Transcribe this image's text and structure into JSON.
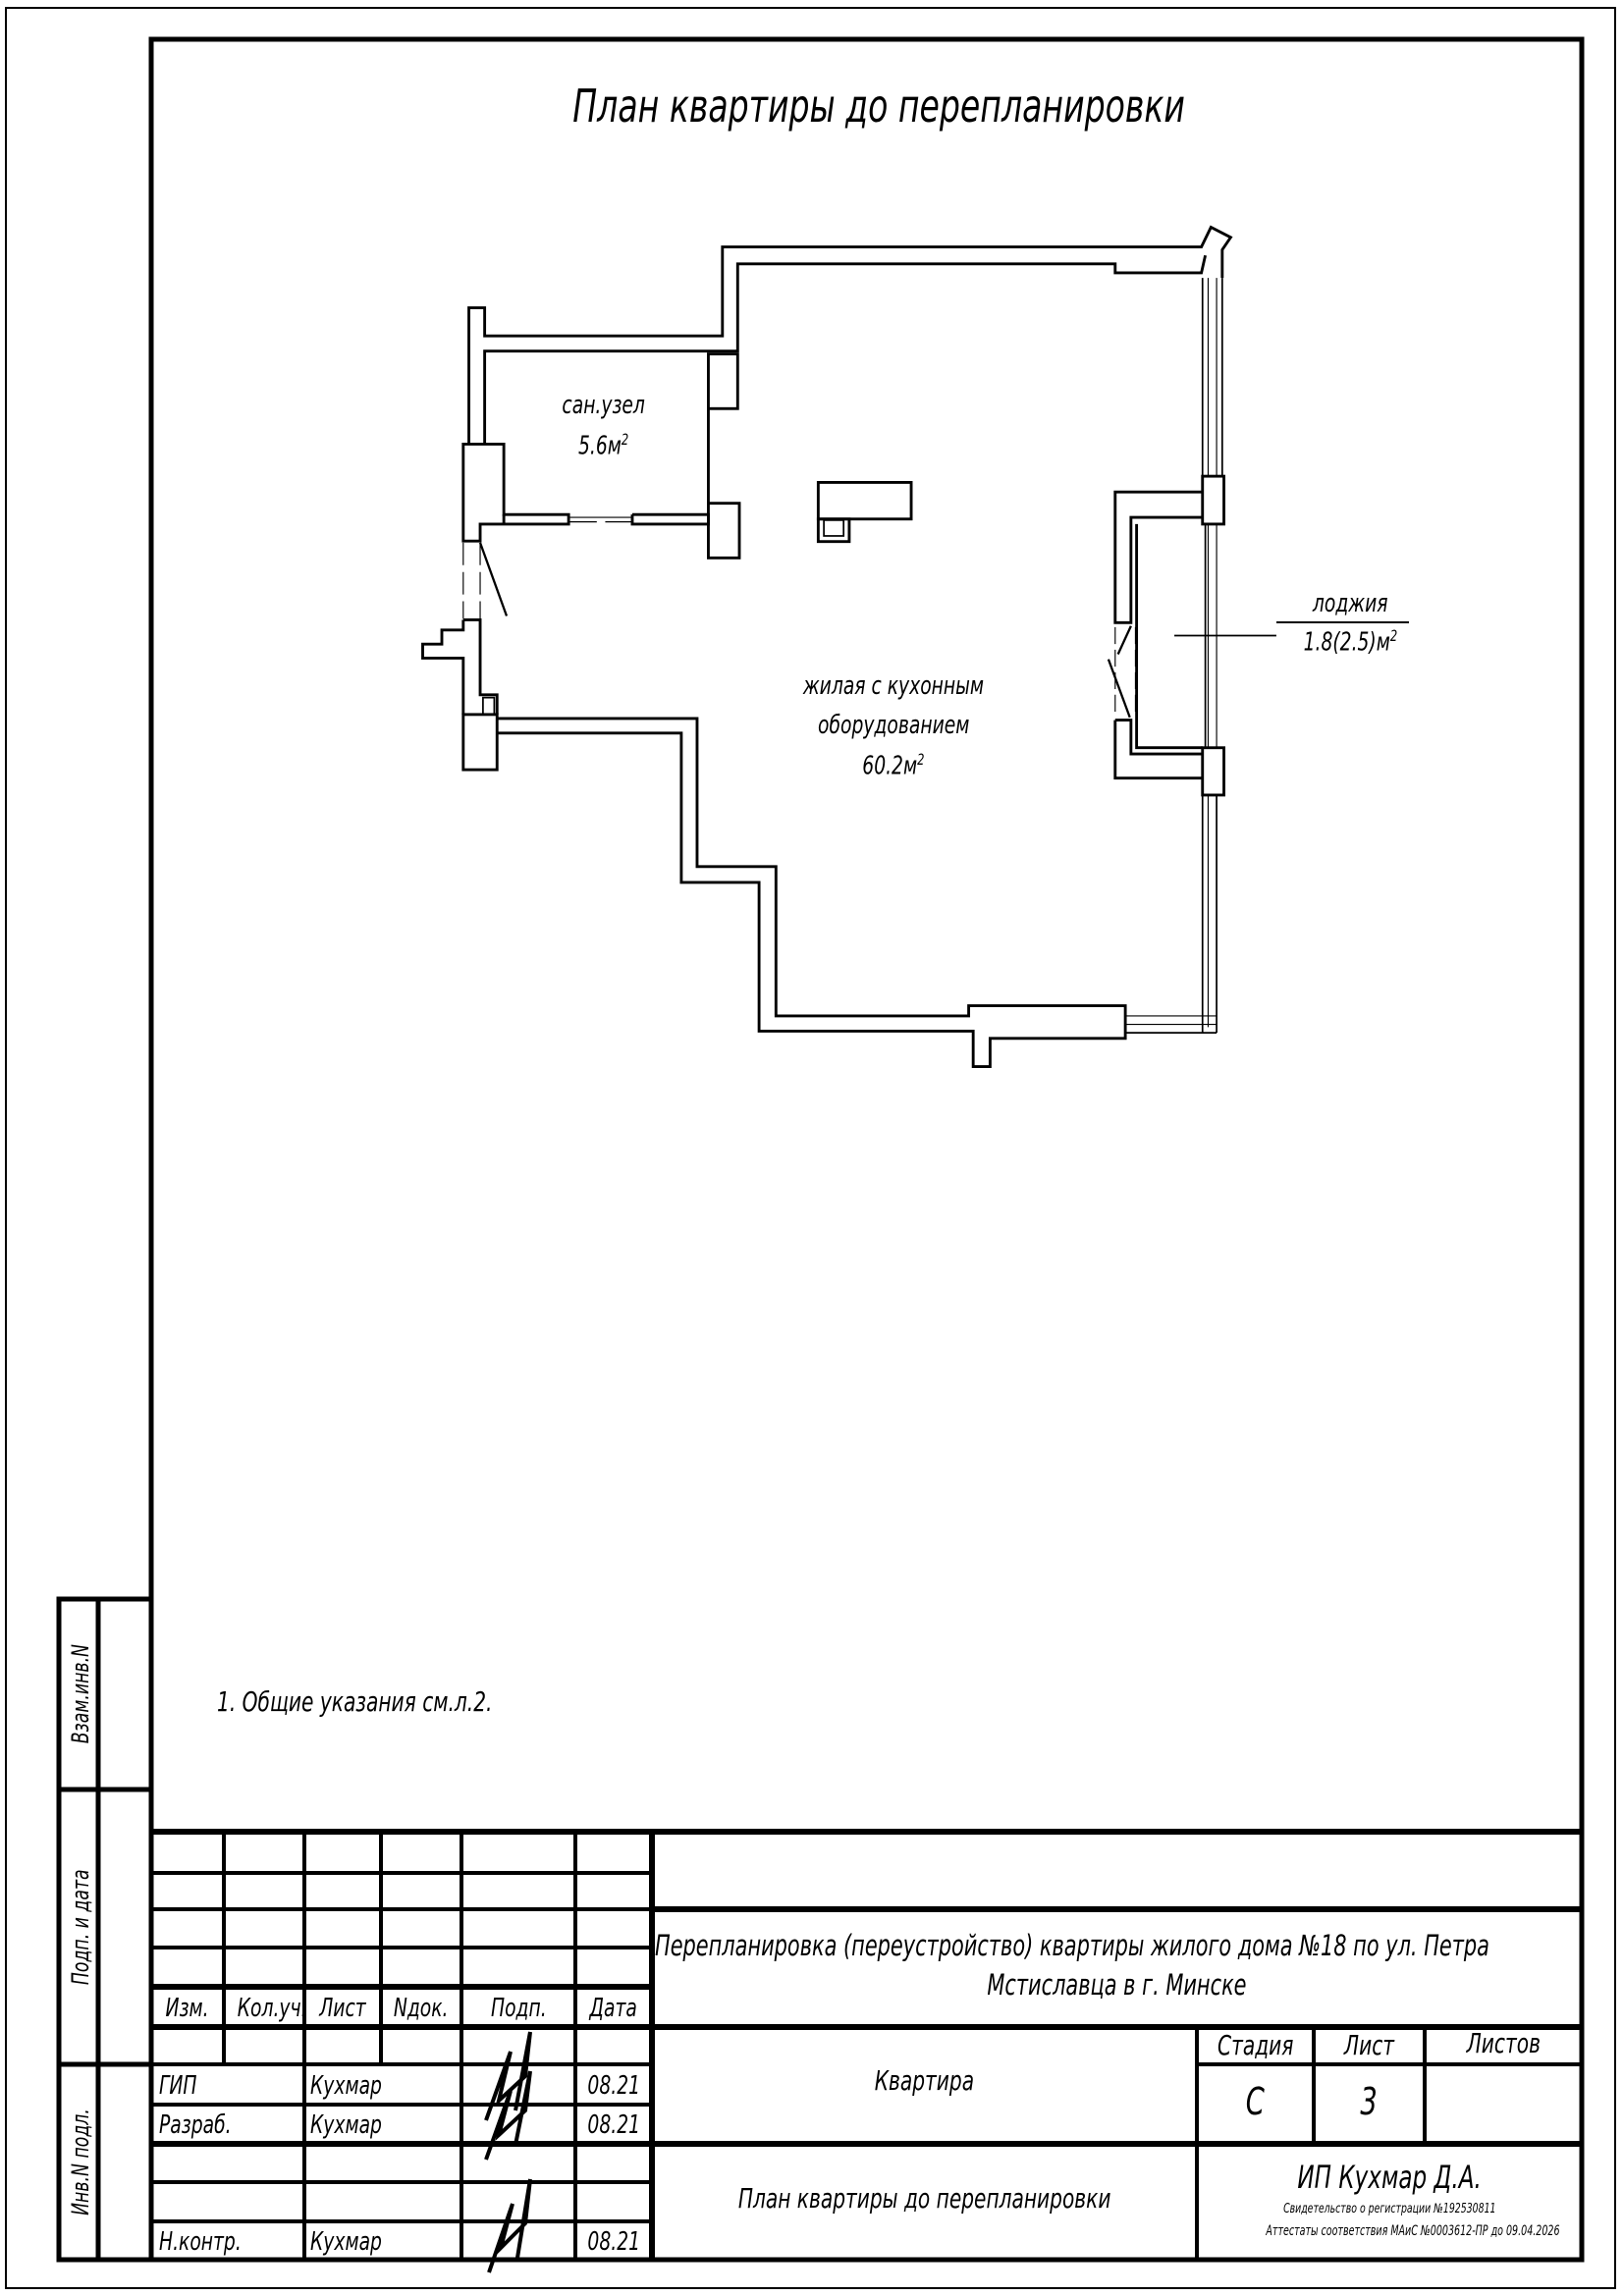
{
  "drawing": {
    "title": "План квартиры до перепланировки",
    "note": "1.  Общие указания см.л.2.",
    "rooms": [
      {
        "name": "сан.узел",
        "area": "5.6м",
        "sup": "2"
      },
      {
        "name_line1": "жилая с кухонным",
        "name_line2": "оборудованием",
        "area": "60.2м",
        "sup": "2"
      },
      {
        "name": "лоджия",
        "area": "1.8(2.5)м",
        "sup": "2"
      }
    ]
  },
  "side_stamp": [
    "Взам.инв.N",
    "Подп. и дата",
    "Инв.N подл."
  ],
  "title_block": {
    "headers": [
      "Изм.",
      "Кол.уч.",
      "Лист",
      "Nдок.",
      "Подп.",
      "Дата"
    ],
    "signers": [
      {
        "role": "ГИП",
        "name": "Кухмар",
        "date": "08.21"
      },
      {
        "role": "Разраб.",
        "name": "Кухмар",
        "date": "08.21"
      },
      {
        "role": "Н.контр.",
        "name": "Кухмар",
        "date": "08.21"
      }
    ],
    "project_line1": "Перепланировка (переустройство) квартиры жилого дома №18 по ул. Петра",
    "project_line2": "Мстиславца в г. Минске",
    "object": "Квартира",
    "stage_label": "Стадия",
    "sheet_label": "Лист",
    "sheets_label": "Листов",
    "stage": "С",
    "sheet": "3",
    "sheets": "",
    "sheet_title": "План квартиры до перепланировки",
    "company": "ИП Кухмар Д.А.",
    "registration": "Свидетельство о регистрации №192530811",
    "certificate": "Аттестаты соответствия МАиС №0003612-ПР до 09.04.2026"
  }
}
